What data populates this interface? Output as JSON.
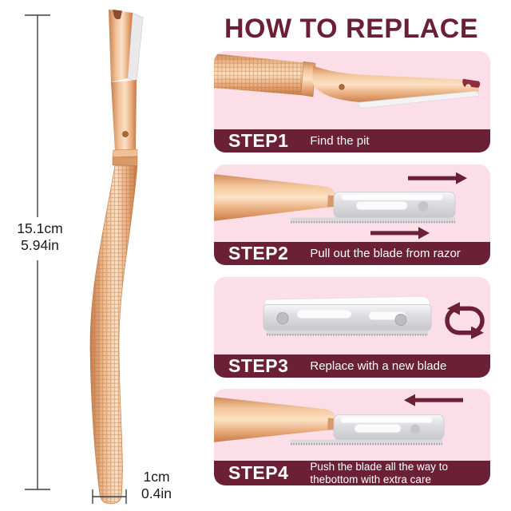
{
  "title": "HOW TO REPLACE",
  "colors": {
    "maroon_accent": "#6b2035",
    "title_text": "#6b1f35",
    "panel_pink": "#fbdee7",
    "rose_gold": "#edb287",
    "blade_gray": "#d9d9dd",
    "dimension_text": "#1a1a1a",
    "background": "#ffffff"
  },
  "dimensions": {
    "height_cm": "15.1cm",
    "height_in": "5.94in",
    "width_cm": "1cm",
    "width_in": "0.4in"
  },
  "icons": {
    "step2_arrows": "arrow-right-icon",
    "step3_arrows": "rotate-cycle-icon",
    "step4_arrows": "arrow-left-icon"
  },
  "steps": [
    {
      "label": "STEP1",
      "caption_lines": [
        "Find the pit"
      ],
      "photo": "razor-head-with-pit"
    },
    {
      "label": "STEP2",
      "caption_lines": [
        "Pull out the blade from razor"
      ],
      "photo": "blade-sliding-out-of-razor"
    },
    {
      "label": "STEP3",
      "caption_lines": [
        "Replace with a new blade"
      ],
      "photo": "replacement-blade"
    },
    {
      "label": "STEP4",
      "caption_lines": [
        "Push the blade all the way to",
        "thebottom with extra care"
      ],
      "photo": "blade-pushed-into-razor"
    }
  ]
}
